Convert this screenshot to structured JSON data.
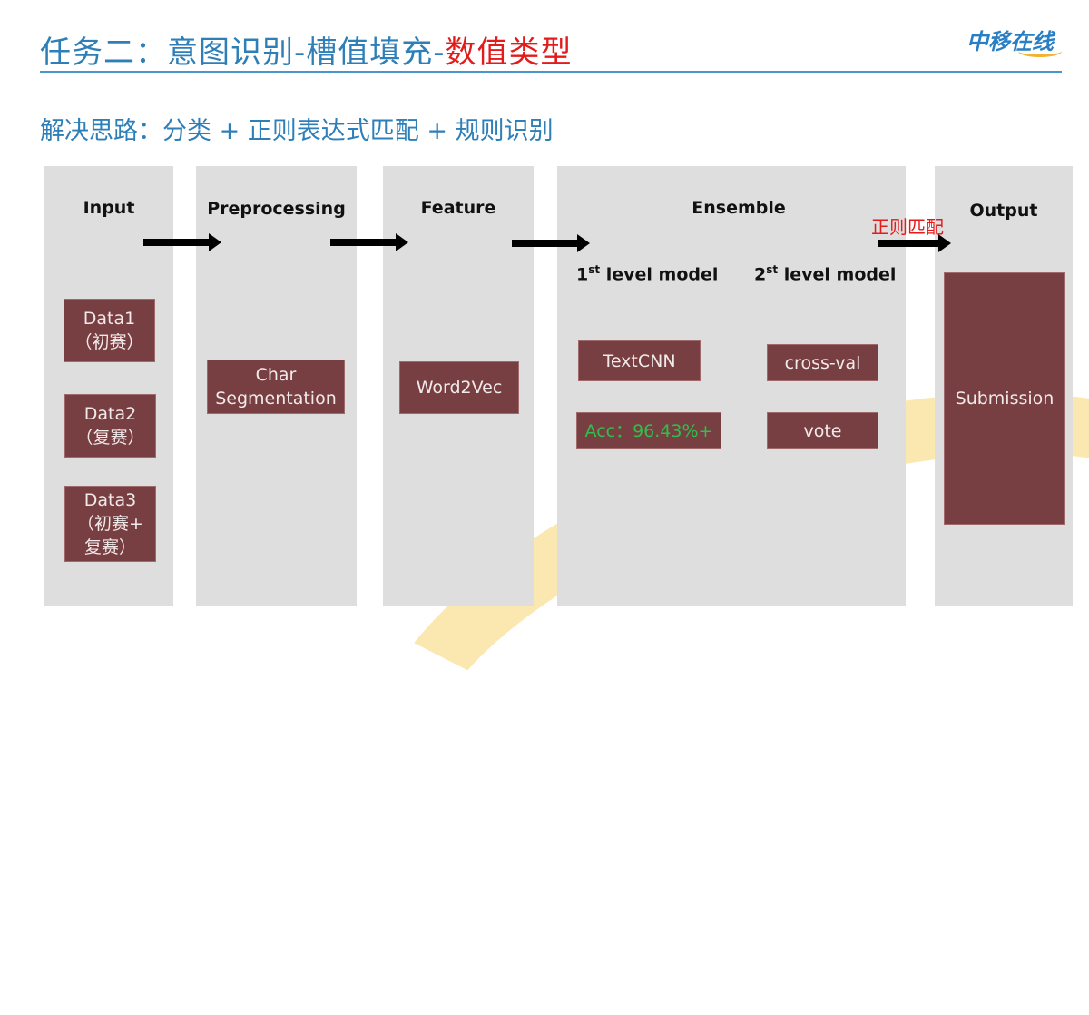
{
  "header": {
    "title_prefix": "任务二：意图识别-槽值填充-",
    "title_highlight": "数值类型",
    "logo": "中移在线",
    "subtitle": "解决思路：分类 + 正则表达式匹配 + 规则识别"
  },
  "columns": {
    "input": {
      "label": "Input",
      "data": [
        "Data1\n（初赛）",
        "Data2\n（复赛）",
        "Data3\n（初赛+\n复赛）"
      ]
    },
    "preprocessing": {
      "label": "Preprocessing",
      "box": "Char\nSegmentation"
    },
    "feature": {
      "label": "Feature",
      "box": "Word2Vec"
    },
    "ensemble": {
      "label": "Ensemble",
      "level1_num": "1",
      "level1_sup": "st",
      "level1_rest": " level model",
      "level2_num": "2",
      "level2_sup": "st",
      "level2_rest": " level model",
      "textcnn": "TextCNN",
      "acc": "Acc：96.43%+",
      "crossval": "cross-val",
      "vote": "vote"
    },
    "output": {
      "label": "Output",
      "arrow_label": "正则匹配",
      "box": "Submission"
    }
  },
  "colors": {
    "title": "#2e7fb8",
    "highlight": "#e31b1b",
    "box": "#773f41",
    "column": "#dedede",
    "acc_text": "#2ec04b"
  }
}
